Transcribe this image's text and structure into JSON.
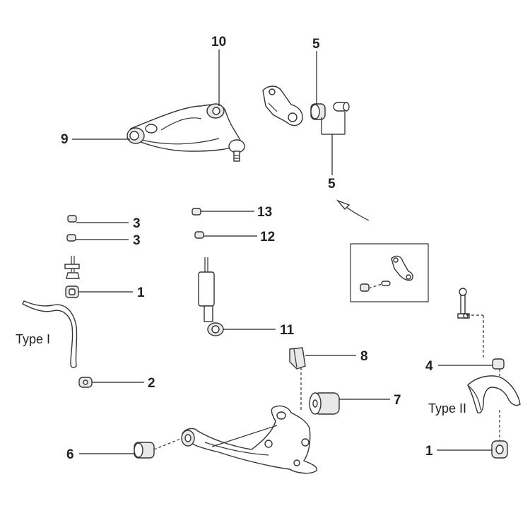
{
  "callouts": {
    "upper_arm_top": "10",
    "bushing_top": "5",
    "bushing_bottom": "5",
    "upper_arm_bushing": "9",
    "stopper_upper": "13",
    "stopper_lower": "12",
    "cushion_a": "3",
    "cushion_b": "3",
    "bushing_1_left": "1",
    "shock_absorber": "11",
    "bushing_2": "2",
    "bump_stopper": "8",
    "bushing_7": "7",
    "bushing_6": "6",
    "bushing_4": "4",
    "bushing_1_right": "1"
  },
  "type_labels": {
    "type_i": "Type I",
    "type_ii": "Type II"
  },
  "icons": [
    "arrow-icon"
  ]
}
